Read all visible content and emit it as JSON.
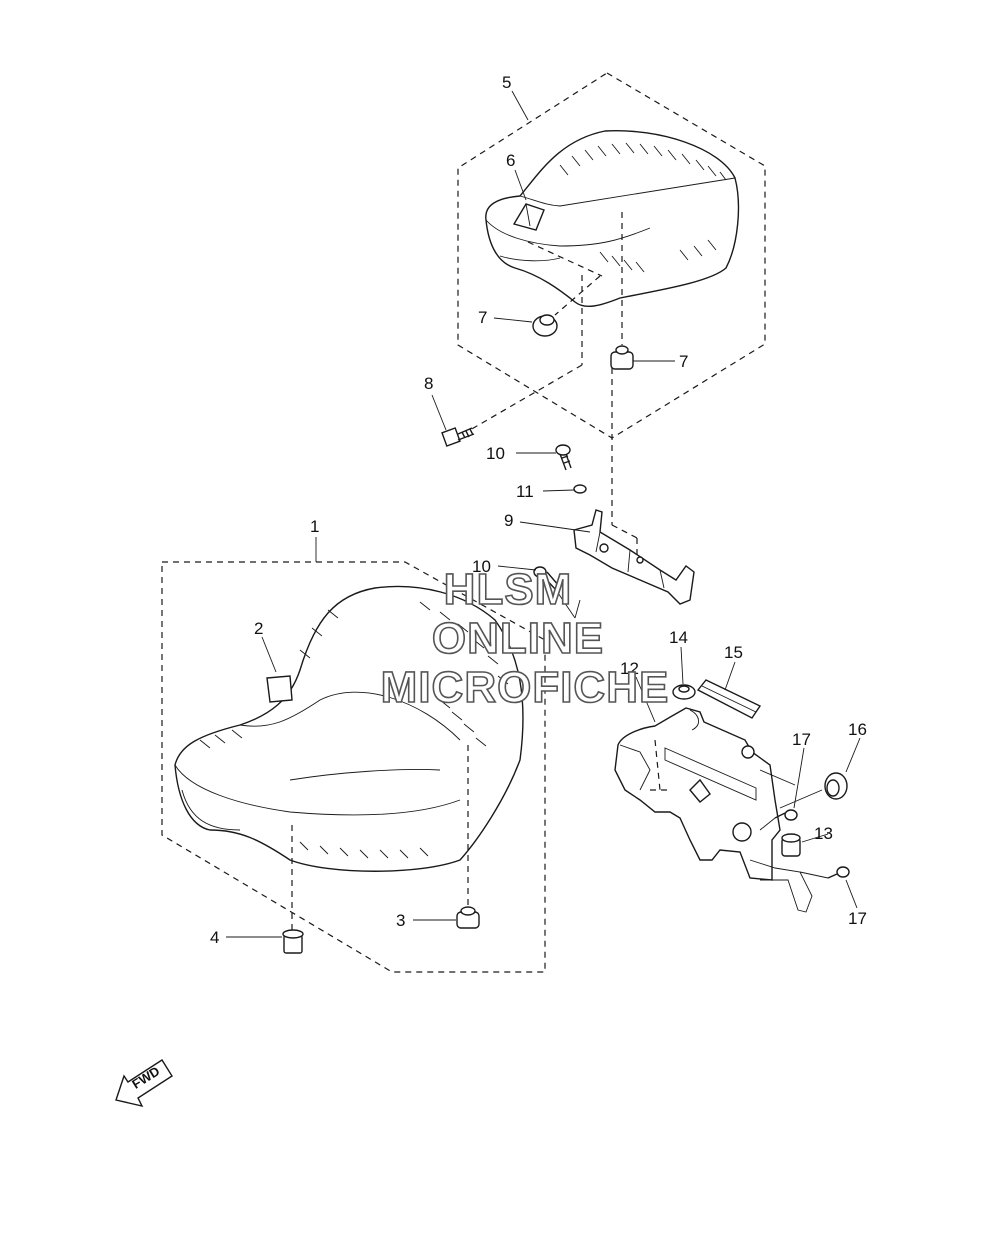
{
  "diagram": {
    "watermark": [
      "HLSM",
      "ONLINE",
      "MICROFICHE"
    ],
    "fwd_label": "FWD",
    "page_code": "",
    "callouts": [
      {
        "id": "c1",
        "label": "1"
      },
      {
        "id": "c2",
        "label": "2"
      },
      {
        "id": "c3",
        "label": "3"
      },
      {
        "id": "c4",
        "label": "4"
      },
      {
        "id": "c5",
        "label": "5"
      },
      {
        "id": "c6",
        "label": "6"
      },
      {
        "id": "c7a",
        "label": "7"
      },
      {
        "id": "c7b",
        "label": "7"
      },
      {
        "id": "c8",
        "label": "8"
      },
      {
        "id": "c9",
        "label": "9"
      },
      {
        "id": "c10a",
        "label": "10"
      },
      {
        "id": "c10b",
        "label": "10"
      },
      {
        "id": "c11",
        "label": "11"
      },
      {
        "id": "c12",
        "label": "12"
      },
      {
        "id": "c13",
        "label": "13"
      },
      {
        "id": "c14",
        "label": "14"
      },
      {
        "id": "c15",
        "label": "15"
      },
      {
        "id": "c16",
        "label": "16"
      },
      {
        "id": "c17a",
        "label": "17"
      },
      {
        "id": "c17b",
        "label": "17"
      }
    ]
  }
}
